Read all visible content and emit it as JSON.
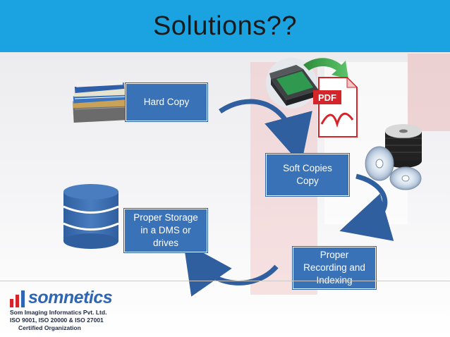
{
  "slide": {
    "title": "Solutions??"
  },
  "diagram": {
    "steps": [
      {
        "label": "Hard Copy"
      },
      {
        "label": "Soft Copies\nCopy"
      },
      {
        "label": "Proper\nRecording and\nIndexing"
      },
      {
        "label": "Proper Storage\nin a DMS or\ndrives"
      }
    ],
    "pdf_label": "PDF"
  },
  "logo": {
    "name": "somnetics",
    "line1": "Som Imaging Informatics Pvt. Ltd.",
    "line2": "ISO 9001, ISO 20000 & ISO 27001",
    "line3": "Certified Organization"
  },
  "colors": {
    "header": "#1aa3e0",
    "box": "#3a72b8",
    "arrow": "#2f5f9f",
    "brand": "#2e66b3",
    "pdf_red": "#d6252a"
  },
  "icons": [
    "files-stack-icon",
    "scanner-icon",
    "pdf-document-icon",
    "discs-icon",
    "database-icon",
    "somnetics-logo-icon"
  ]
}
